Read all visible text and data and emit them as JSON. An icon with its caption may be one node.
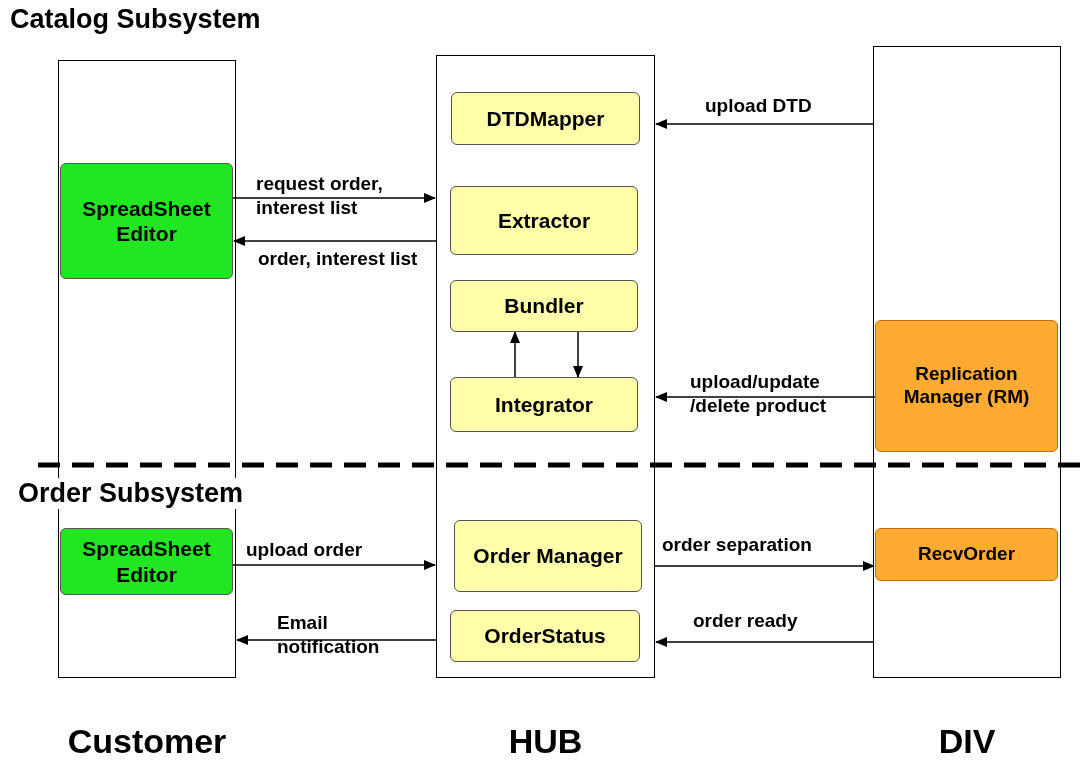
{
  "diagram": {
    "nodes": [
      {
        "text": [
          "Customer"
        ]
      },
      {
        "text": [
          "SpreadSheet Editor"
        ],
        "in": 0
      },
      {
        "text": [
          "SpreadSheet Editor"
        ],
        "in": 0
      },
      {
        "text": [
          "HUB"
        ]
      },
      {
        "text": [
          "DTDMapper"
        ],
        "in": 3
      },
      {
        "text": [
          "Extractor"
        ],
        "in": 3
      },
      {
        "text": [
          "Bundler"
        ],
        "in": 3
      },
      {
        "text": [
          "Integrator"
        ],
        "in": 3
      },
      {
        "text": [
          "Order Manager"
        ],
        "in": 3
      },
      {
        "text": [
          "OrderStatus"
        ],
        "in": 3
      },
      {
        "text": [
          "DIV"
        ]
      },
      {
        "text": [
          "Replication Manager (RM)"
        ],
        "in": 10
      },
      {
        "text": [
          "RecvOrder"
        ],
        "in": 10
      }
    ],
    "edges": [
      {
        "from": 10,
        "to": 3,
        "arrow": "to",
        "label": "upload DTD"
      },
      {
        "from": 1,
        "to": 3,
        "arrow": "to",
        "label": "request order, interest list"
      },
      {
        "from": 3,
        "to": 1,
        "arrow": "to",
        "label": "order, interest list"
      },
      {
        "from": 7,
        "to": 6,
        "arrow": "to"
      },
      {
        "from": 6,
        "to": 7,
        "arrow": "to"
      },
      {
        "from": 11,
        "to": 3,
        "arrow": "to",
        "label": "upload/update /delete product"
      },
      {
        "from": 2,
        "to": 3,
        "arrow": "to",
        "label": "upload order"
      },
      {
        "from": 3,
        "to": 12,
        "arrow": "to",
        "label": "order separation"
      },
      {
        "from": 10,
        "to": 3,
        "arrow": "to",
        "label": "order ready"
      },
      {
        "from": 3,
        "to": 0,
        "arrow": "to",
        "label": "Email notification"
      }
    ],
    "labels": [
      "Catalog Subsystem",
      "Order Subsystem"
    ]
  }
}
